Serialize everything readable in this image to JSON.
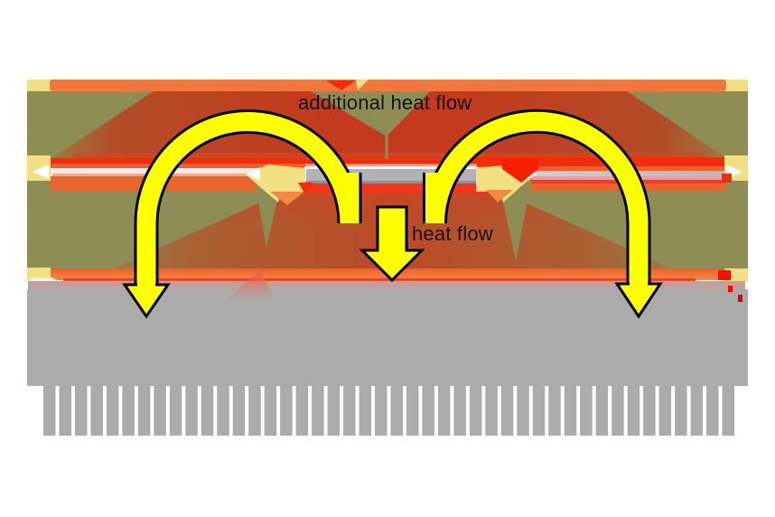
{
  "diagram": {
    "kind": "thermal cross-section of a PCB assembly with component, thermal vias and finned heatsink",
    "labels": {
      "additional_heat_flow": "additional heat flow",
      "heat_flow": "heat flow"
    },
    "parts": [
      "top-copper-layer",
      "pcb-core-upper",
      "component-copper-layer",
      "die",
      "solder-layer",
      "thermal-via-left",
      "thermal-via-right",
      "pcb-core-lower",
      "bottom-copper-layer",
      "thermal-interface-layer",
      "heatsink-base",
      "heatsink-fins"
    ]
  },
  "heatsink": {
    "fin_count": 44
  },
  "colors": {
    "background": "#ffffff",
    "label_text": "#151515",
    "arrow_yellow": "#ffff00",
    "outline_black": "#000000",
    "copper_orange": "#f1773a",
    "stripe_red": "#f52c0c",
    "stripe_orange": "#ef5f2a",
    "lower_orange": "#e8662c",
    "core_olive": "#8d8d55",
    "hot_center_upper": "#c43a1f",
    "hot_center_lower": "#bc4a27",
    "hot_edge_brown": "#9b7a44",
    "pale_yellow": "#f0e083",
    "die_gray": "#b2b2b6",
    "die_edge_dark": "#8f8f97",
    "heatsink_gray": "#ababab",
    "interface_pink": "#c99b95",
    "salmon": "#e85a40",
    "pink_line": "#f59aa2",
    "white_line": "#eeeaf0",
    "white": "#ffffff"
  }
}
